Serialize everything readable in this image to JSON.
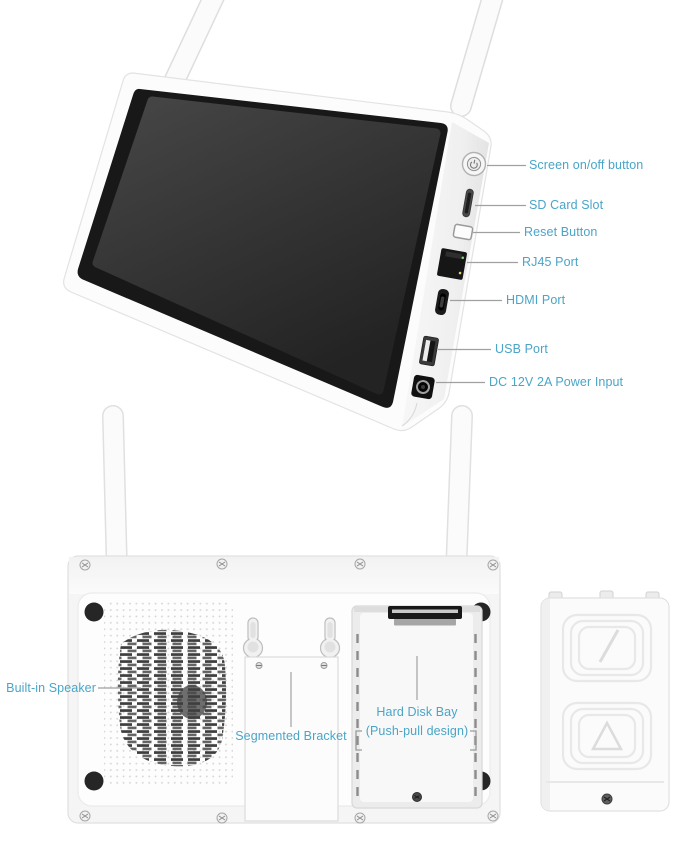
{
  "colors": {
    "label_text": "#4aa5c8",
    "leader_line": "#a0a0a0",
    "device_body": "#fcfcfc",
    "screen": "#2f2f2f"
  },
  "monitor": {
    "callouts": [
      {
        "label": "Screen on/off button"
      },
      {
        "label": "SD Card Slot"
      },
      {
        "label": "Reset Button"
      },
      {
        "label": "RJ45 Port"
      },
      {
        "label": "HDMI Port"
      },
      {
        "label": "USB Port"
      },
      {
        "label": "DC 12V 2A Power Input"
      }
    ]
  },
  "base_unit": {
    "speaker_label": "Built-in Speaker",
    "bracket_label": "Segmented Bracket",
    "hdd_bay_label_line1": "Hard Disk Bay",
    "hdd_bay_label_line2": "(Push-pull design)"
  }
}
